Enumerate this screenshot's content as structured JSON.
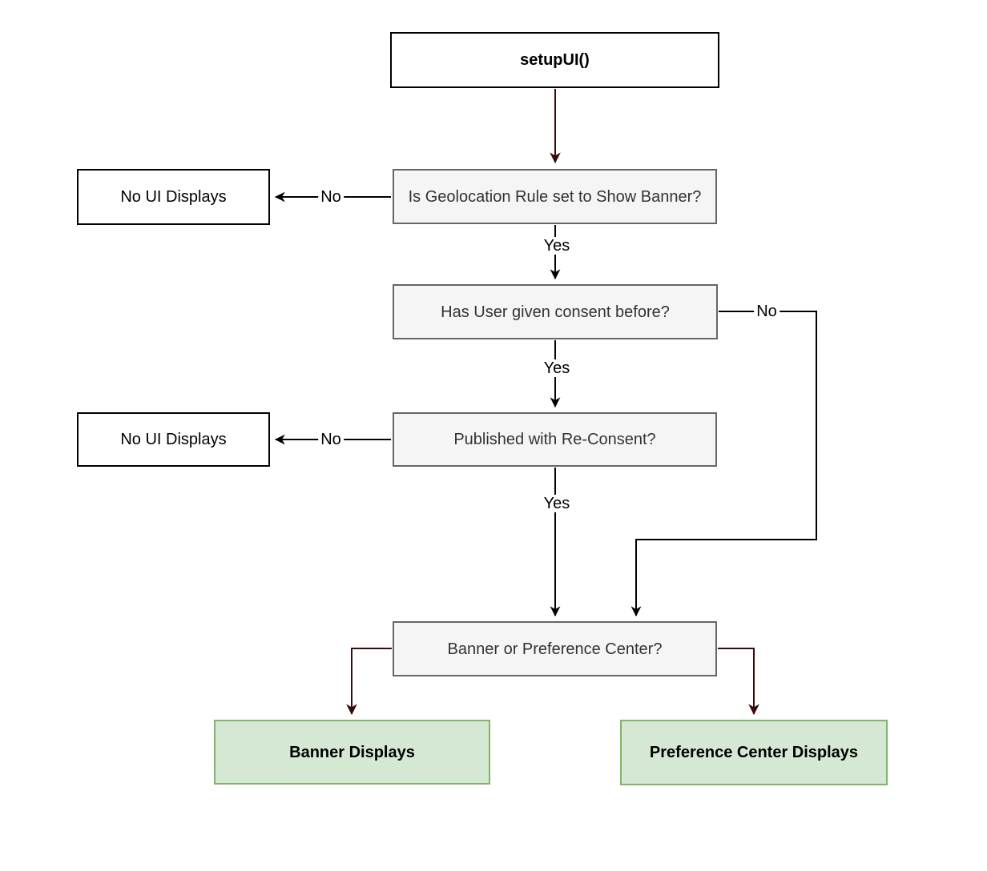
{
  "diagram": {
    "nodes": {
      "setup": {
        "label": "setupUI()"
      },
      "geo_rule": {
        "label": "Is Geolocation Rule set to Show Banner?"
      },
      "no_ui_1": {
        "label": "No UI Displays"
      },
      "consent_before": {
        "label": "Has User given consent before?"
      },
      "no_ui_2": {
        "label": "No UI Displays"
      },
      "reconsent": {
        "label": "Published with Re-Consent?"
      },
      "banner_or_pc": {
        "label": "Banner or Preference Center?"
      },
      "banner_displays": {
        "label": "Banner Displays"
      },
      "pc_displays": {
        "label": "Preference Center Displays"
      }
    },
    "edges": {
      "geo_no": {
        "label": "No"
      },
      "geo_yes": {
        "label": "Yes"
      },
      "consent_no": {
        "label": "No"
      },
      "consent_yes": {
        "label": "Yes"
      },
      "reconsent_no": {
        "label": "No"
      },
      "reconsent_yes": {
        "label": "Yes"
      }
    },
    "colors": {
      "canvas": "#ffffff",
      "question_fill": "#f5f5f5",
      "question_border": "#666666",
      "question_text": "#333333",
      "terminal_fill": "#ffffff",
      "terminal_border": "#000000",
      "result_fill": "#d5e8d4",
      "result_border": "#82b366",
      "primary_edge": "#000000",
      "accent_edge": "#380c0c"
    }
  }
}
